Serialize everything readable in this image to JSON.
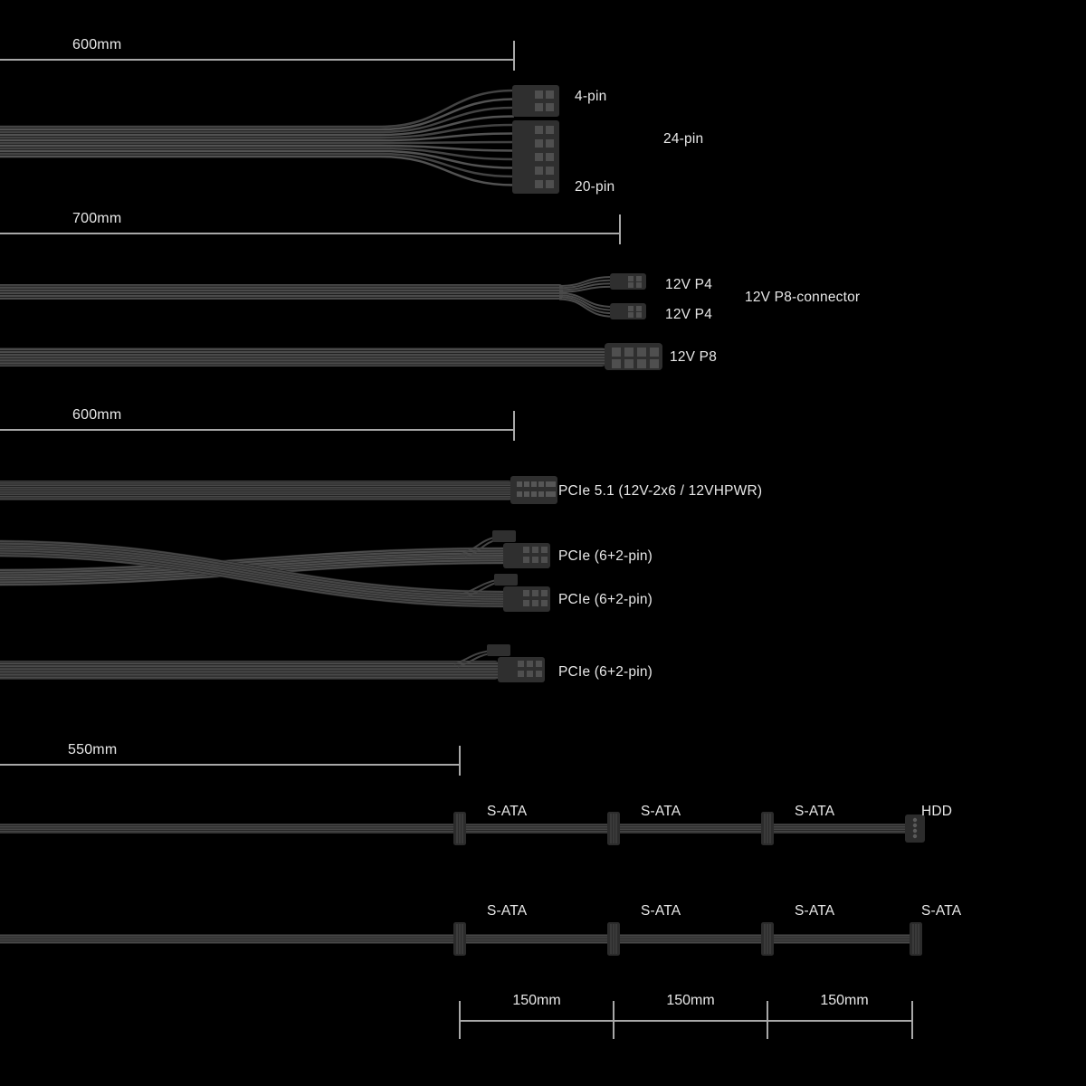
{
  "colors": {
    "background": "#000000",
    "text": "#e8e8e8",
    "line": "#a8a8a8",
    "cable": "#4a4a4a",
    "connector": "#2f2f2f"
  },
  "measurements": {
    "atx_length": "600mm",
    "cpu_length": "700mm",
    "pcie_length": "600mm",
    "sata_length": "550mm",
    "sata_segments": [
      "150mm",
      "150mm",
      "150mm"
    ]
  },
  "connectors": {
    "atx_4pin": "4-pin",
    "atx_24pin": "24-pin",
    "atx_20pin": "20-pin",
    "cpu_p4_top": "12V P4",
    "cpu_p4_bottom": "12V P4",
    "cpu_p8_combined": "12V P8-connector",
    "cpu_p8": "12V P8",
    "pcie_5_1": "PCIe 5.1 (12V-2x6 / 12VHPWR)",
    "pcie_1": "PCIe (6+2-pin)",
    "pcie_2": "PCIe (6+2-pin)",
    "pcie_3": "PCIe (6+2-pin)"
  },
  "sata_row_1": [
    "S-ATA",
    "S-ATA",
    "S-ATA",
    "HDD"
  ],
  "sata_row_2": [
    "S-ATA",
    "S-ATA",
    "S-ATA",
    "S-ATA"
  ]
}
